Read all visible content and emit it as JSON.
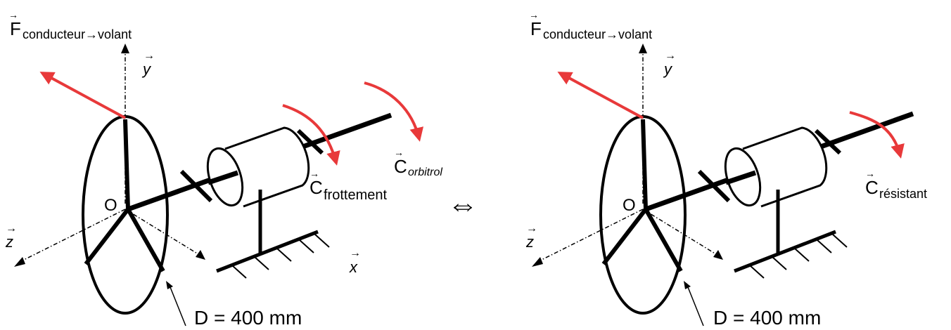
{
  "colors": {
    "ink": "#000000",
    "force": "#e8393a",
    "background": "#ffffff"
  },
  "panel_left": {
    "force_label": {
      "main": "F",
      "sub": "conducteur→volant"
    },
    "axis_y": "y",
    "axis_z": "z",
    "axis_x": "x",
    "origin": "O",
    "moment_friction": {
      "main": "C",
      "sub": "frottement"
    },
    "moment_orbitrol": {
      "main": "C",
      "sub": "orbitrol"
    },
    "diameter": "D = 400 mm"
  },
  "equivalence_symbol": "⇔",
  "panel_right": {
    "force_label": {
      "main": "F",
      "sub": "conducteur→volant"
    },
    "axis_y": "y",
    "axis_z": "z",
    "origin": "O",
    "moment_resistant": {
      "main": "C",
      "sub": "résistant"
    },
    "diameter": "D = 400 mm"
  }
}
